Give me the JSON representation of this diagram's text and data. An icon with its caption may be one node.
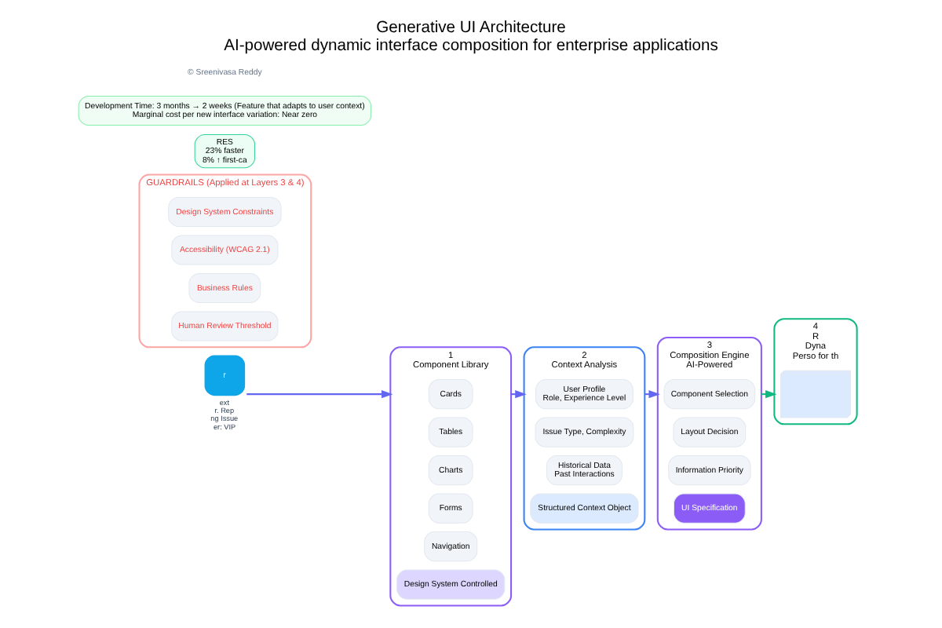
{
  "diagram": {
    "title": "Generative UI Architecture",
    "caption": "AI-powered dynamic interface composition for enterprise applications",
    "nodes": [
      {
        "text": [
          "r"
        ],
        "beside": [
          "ext",
          "r. Rep",
          "ng Issue",
          "er: VIP"
        ]
      },
      {
        "text": [
          "1",
          "Component Library"
        ]
      },
      {
        "text": [
          "Cards"
        ],
        "in": 1
      },
      {
        "text": [
          "Tables"
        ],
        "in": 1
      },
      {
        "text": [
          "Charts"
        ],
        "in": 1
      },
      {
        "text": [
          "Forms"
        ],
        "in": 1
      },
      {
        "text": [
          "Navigation"
        ],
        "in": 1
      },
      {
        "text": [
          "Design System Controlled"
        ],
        "in": 1
      },
      {
        "text": [
          "2",
          "Context Analysis"
        ]
      },
      {
        "text": [
          "User Profile",
          "Role, Experience Level"
        ],
        "in": 8
      },
      {
        "text": [
          "Issue Type, Complexity"
        ],
        "in": 8
      },
      {
        "text": [
          "Historical Data",
          "Past Interactions"
        ],
        "in": 8
      },
      {
        "text": [
          "Structured Context Object"
        ],
        "in": 8
      },
      {
        "text": [
          "3",
          "Composition Engine",
          "AI-Powered"
        ]
      },
      {
        "text": [
          "Component Selection"
        ],
        "in": 13
      },
      {
        "text": [
          "Layout Decision"
        ],
        "in": 13
      },
      {
        "text": [
          "Information Priority"
        ],
        "in": 13
      },
      {
        "text": [
          "UI Specification"
        ],
        "in": 13
      },
      {
        "text": [
          "4",
          "R",
          "Dyna",
          "Perso for th"
        ]
      },
      {
        "text": [],
        "shape": "picture",
        "in": 18
      },
      {
        "text": [
          "GUARDRAILS (Applied at Layers 3 & 4)"
        ]
      },
      {
        "text": [
          "Design System Constraints"
        ],
        "in": 20
      },
      {
        "text": [
          "Accessibility (WCAG 2.1)"
        ],
        "in": 20
      },
      {
        "text": [
          "Business Rules"
        ],
        "in": 20
      },
      {
        "text": [
          "Human Review Threshold"
        ],
        "in": 20
      },
      {
        "text": [
          "RES",
          "23% faster",
          "8% ↑ first-ca"
        ]
      },
      {
        "text": [
          "Development Time: 3 months → 2 weeks (Feature that adapts to user context)",
          "Marginal cost per new interface variation: Near zero"
        ]
      }
    ],
    "edges": [
      {
        "from": 0,
        "to": 1,
        "arrow": "to"
      },
      {
        "from": 1,
        "to": 8,
        "arrow": "to"
      },
      {
        "from": 8,
        "to": 13,
        "arrow": "to"
      },
      {
        "from": 13,
        "to": 18,
        "arrow": "to",
        "color": "#10b981"
      }
    ],
    "labels": [
      "© Sreenivasa Reddy"
    ]
  }
}
